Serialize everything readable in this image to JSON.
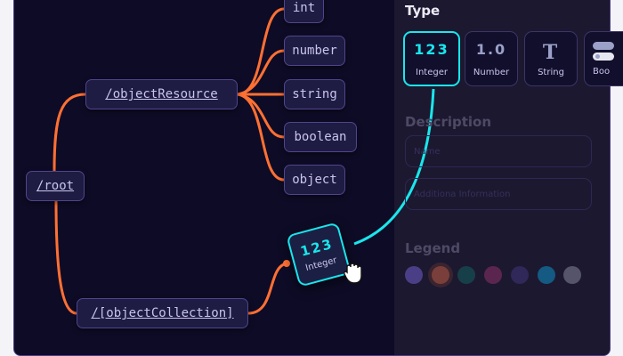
{
  "tree": {
    "root": "/root",
    "object_resource": "/objectResource",
    "object_collection": "/[objectCollection]",
    "children": [
      "int",
      "number",
      "string",
      "boolean",
      "object"
    ]
  },
  "panel": {
    "type_heading": "Type",
    "types": [
      {
        "glyph": "123",
        "label": "Integer",
        "selected": true
      },
      {
        "glyph": "1.0",
        "label": "Number"
      },
      {
        "glyph": "T",
        "label": "String"
      },
      {
        "glyph": "",
        "label": "Boo",
        "icon": "toggle-icon"
      }
    ],
    "description_heading": "Description",
    "name_placeholder": "Name",
    "info_placeholder": "Additiona Information",
    "legend_heading": "Legend",
    "legend_colors": [
      "#4a3f86",
      "#7a3f3a",
      "#173f4a",
      "#5a2650",
      "#2f2858",
      "#145a82",
      "#55546a"
    ]
  },
  "dragged": {
    "glyph": "123",
    "label": "Integer"
  },
  "colors": {
    "edge": "#ff7033",
    "accent": "#19e6ec",
    "canvas": "#0e0b26",
    "panel": "#1c1830"
  }
}
